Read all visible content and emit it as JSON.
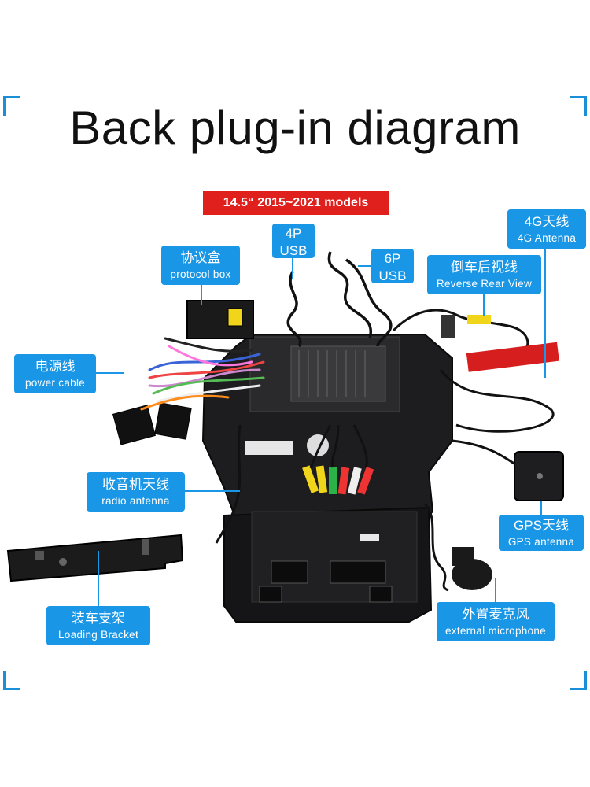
{
  "title": "Back plug-in diagram",
  "models_badge": "14.5“ 2015~2021 models",
  "labels": {
    "protocol_box": {
      "cn": "协议盒",
      "en": "protocol box"
    },
    "usb_4p": {
      "cn": "4P",
      "en": "USB"
    },
    "usb_6p": {
      "cn": "6P",
      "en": "USB"
    },
    "antenna_4g": {
      "cn": "4G天线",
      "en": "4G Antenna"
    },
    "reverse_view": {
      "cn": "倒车后视线",
      "en": "Reverse Rear View"
    },
    "power_cable": {
      "cn": "电源线",
      "en": "power cable"
    },
    "radio_antenna": {
      "cn": "收音机天线",
      "en": "radio antenna"
    },
    "gps_antenna": {
      "cn": "GPS天线",
      "en": "GPS antenna"
    },
    "loading_bracket": {
      "cn": "装车支架",
      "en": "Loading Bracket"
    },
    "microphone": {
      "cn": "外置麦克风",
      "en": "external microphone"
    }
  },
  "colors": {
    "label_bg": "#1996e6",
    "badge_bg": "#e0201c",
    "accent_corner": "#1a8fd8"
  }
}
